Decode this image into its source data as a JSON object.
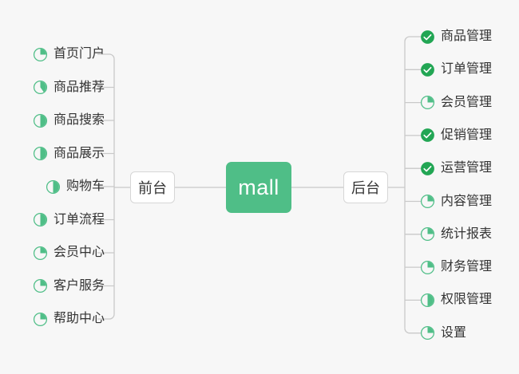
{
  "diagram": {
    "type": "mind-map",
    "background_color": "#f7f7f7",
    "accent_color": "#4FBE87",
    "check_color": "#22A654",
    "line_color": "#c9c9c9",
    "text_color": "#333333",
    "root": {
      "label": "mall"
    },
    "branches": [
      {
        "label": "前台",
        "side": "left"
      },
      {
        "label": "后台",
        "side": "right"
      }
    ],
    "left_items": [
      {
        "label": "首页门户",
        "icon": "pie-progress-icon",
        "progress": 25
      },
      {
        "label": "商品推荐",
        "icon": "pie-progress-icon",
        "progress": 40
      },
      {
        "label": "商品搜索",
        "icon": "pie-progress-icon",
        "progress": 50
      },
      {
        "label": "商品展示",
        "icon": "pie-progress-icon",
        "progress": 50
      },
      {
        "label": "购物车",
        "icon": "pie-progress-icon",
        "progress": 50
      },
      {
        "label": "订单流程",
        "icon": "pie-progress-icon",
        "progress": 50
      },
      {
        "label": "会员中心",
        "icon": "pie-progress-icon",
        "progress": 25
      },
      {
        "label": "客户服务",
        "icon": "pie-progress-icon",
        "progress": 25
      },
      {
        "label": "帮助中心",
        "icon": "pie-progress-icon",
        "progress": 25
      }
    ],
    "right_items": [
      {
        "label": "商品管理",
        "icon": "check-circle-icon",
        "progress": 100
      },
      {
        "label": "订单管理",
        "icon": "check-circle-icon",
        "progress": 100
      },
      {
        "label": "会员管理",
        "icon": "pie-progress-icon",
        "progress": 25
      },
      {
        "label": "促销管理",
        "icon": "check-circle-icon",
        "progress": 100
      },
      {
        "label": "运营管理",
        "icon": "check-circle-icon",
        "progress": 100
      },
      {
        "label": "内容管理",
        "icon": "pie-progress-icon",
        "progress": 25
      },
      {
        "label": "统计报表",
        "icon": "pie-progress-icon",
        "progress": 25
      },
      {
        "label": "财务管理",
        "icon": "pie-progress-icon",
        "progress": 25
      },
      {
        "label": "权限管理",
        "icon": "pie-progress-icon",
        "progress": 50
      },
      {
        "label": "设置",
        "icon": "pie-progress-icon",
        "progress": 25
      }
    ]
  }
}
